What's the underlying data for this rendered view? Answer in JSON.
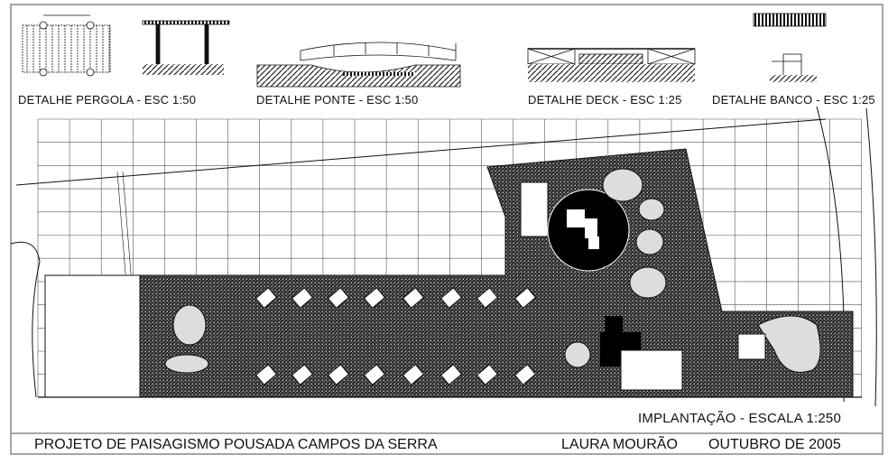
{
  "details": [
    {
      "label": "DETALHE PERGOLA - ESC 1:50"
    },
    {
      "label": "DETALHE PONTE - ESC 1:50"
    },
    {
      "label": "DETALHE DECK - ESC 1:25"
    },
    {
      "label": "DETALHE BANCO - ESC 1:25"
    }
  ],
  "plan": {
    "label": "IMPLANTAÇÃO - ESCALA 1:250"
  },
  "title_block": {
    "project": "PROJETO DE PAISAGISMO POUSADA CAMPOS DA SERRA",
    "author": "LAURA MOURÃO",
    "date": "OUTUBRO DE 2005"
  },
  "colors": {
    "line": "#111111",
    "border": "#888888",
    "paper": "#ffffff"
  }
}
